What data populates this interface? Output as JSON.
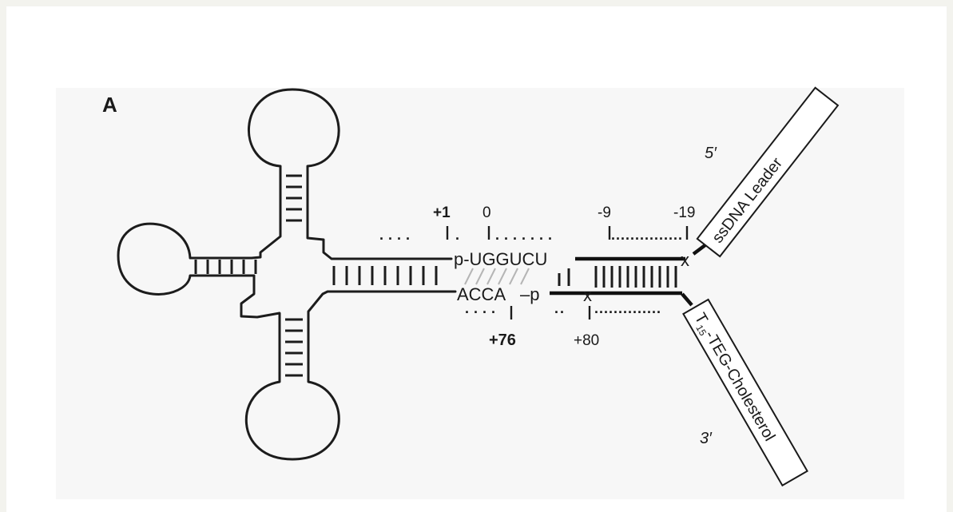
{
  "panel_label": "A",
  "end_labels": {
    "five_prime": "5′",
    "three_prime": "3′"
  },
  "strands": {
    "top": "p-UGGUCU",
    "bottom_ACCA": "ACCA",
    "bottom_p": "–p",
    "junction_mark": "x"
  },
  "positions": {
    "pos_plus1": "+1",
    "pos_0": "0",
    "pos_minus9": "-9",
    "pos_minus19": "-19",
    "pos_plus76": "+76",
    "pos_plus80": "+80"
  },
  "boxes": {
    "leader": "ssDNA Leader",
    "cholesterol_prefix": "T",
    "cholesterol_subscript": "15",
    "cholesterol_suffix": "-TEG-Cholesterol"
  },
  "colors": {
    "ink": "#1a1a1a",
    "faded": "#9a9a9a",
    "background": "#f3f3ee",
    "panel": "#f7f7f7"
  }
}
